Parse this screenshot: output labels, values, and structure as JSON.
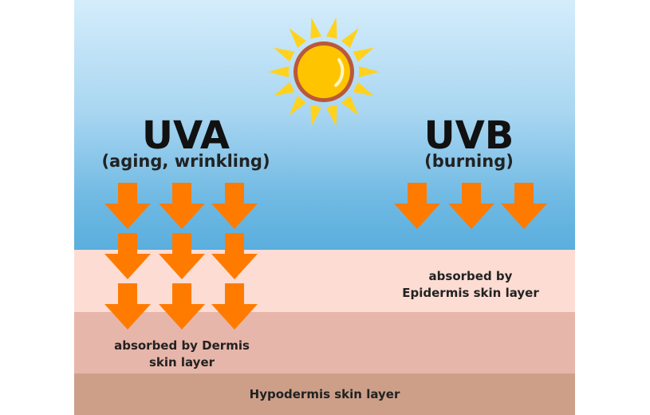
{
  "diagram": {
    "uva": {
      "title": "UVA",
      "subtitle": "(aging, wrinkling)",
      "absorbed_label": "absorbed by Dermis\nskin layer"
    },
    "uvb": {
      "title": "UVB",
      "subtitle": "(burning)",
      "absorbed_label": "absorbed by\nEpidermis skin layer"
    },
    "hypodermis_label": "Hypodermis skin layer",
    "icons": {
      "sun": "sun-icon",
      "arrow": "arrow-down-icon"
    },
    "colors": {
      "sky_top": "#d4edfb",
      "sky_bottom": "#5aaedd",
      "epidermis": "#fcdcd3",
      "dermis": "#e7b6aa",
      "hypodermis": "#cd9f89",
      "arrow": "#ff7b00",
      "sun_core": "#ffc400",
      "sun_rim": "#b9583a",
      "sun_rays": "#ffd21e"
    }
  }
}
